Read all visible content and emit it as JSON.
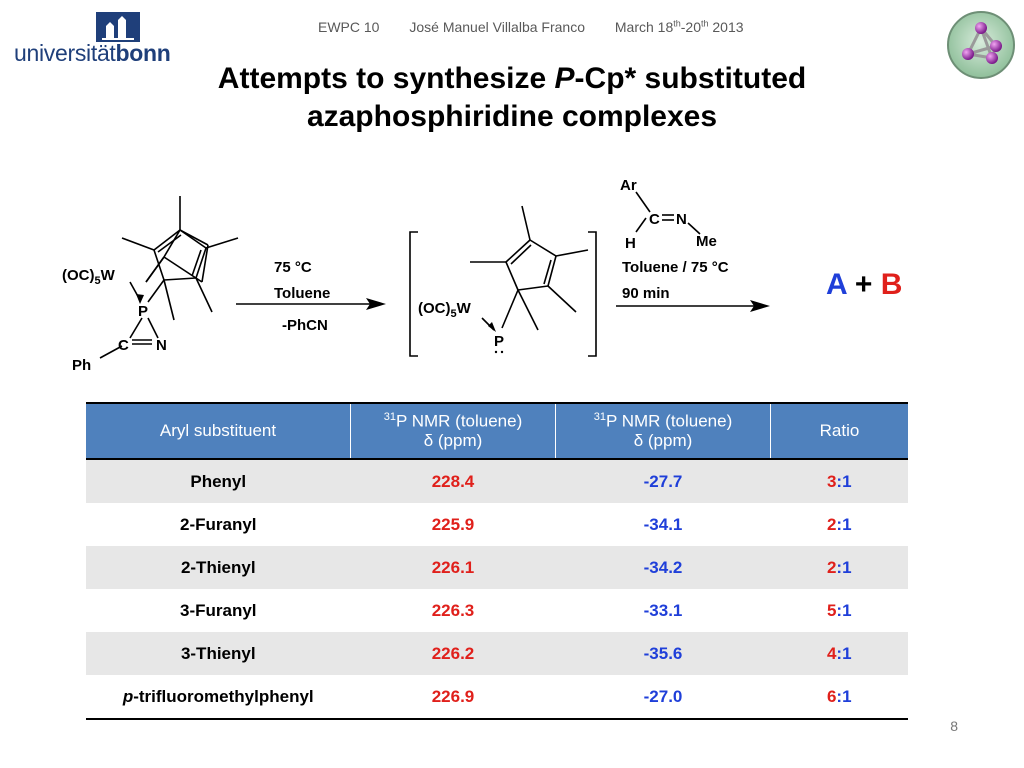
{
  "header": {
    "conference": "EWPC 10",
    "author": "José Manuel Villalba Franco",
    "date_prefix": "March 18",
    "date_sup1": "th",
    "date_mid": "-20",
    "date_sup2": "th",
    "date_year": " 2013"
  },
  "logo": {
    "text_pre": "universität",
    "text_bold": "bonn"
  },
  "title": {
    "line1_pre": "Attempts to synthesize ",
    "line1_italic": "P",
    "line1_post": "-Cp* substituted",
    "line2": "azaphosphiridine complexes"
  },
  "scheme": {
    "w_left": "(OC)",
    "w_sub": "5",
    "w_right": "W",
    "p_label": "P",
    "c_label": "C",
    "n_label": "N",
    "ph_label": "Ph",
    "step1_temp": "75 °C",
    "step1_solvent": "Toluene",
    "step1_loss": "-PhCN",
    "imine_ar": "Ar",
    "imine_c": "C",
    "imine_n": "N",
    "imine_h": "H",
    "imine_me": "Me",
    "step2_cond": "Toluene / 75 °C",
    "step2_time": "90 min",
    "product_a": "A",
    "product_plus": "+",
    "product_b": "B"
  },
  "table": {
    "headers": {
      "aryl": "Aryl substituent",
      "nmr_sup": "31",
      "nmr_text": "P NMR (toluene)",
      "delta": "δ (ppm)",
      "ratio": "Ratio"
    },
    "rows": [
      {
        "aryl_italic": "",
        "aryl": "Phenyl",
        "a": "228.4",
        "b": "-27.7",
        "ra": "3",
        "rb": "1"
      },
      {
        "aryl_italic": "",
        "aryl": "2-Furanyl",
        "a": "225.9",
        "b": "-34.1",
        "ra": "2",
        "rb": "1"
      },
      {
        "aryl_italic": "",
        "aryl": "2-Thienyl",
        "a": "226.1",
        "b": "-34.2",
        "ra": "2",
        "rb": "1"
      },
      {
        "aryl_italic": "",
        "aryl": "3-Furanyl",
        "a": "226.3",
        "b": "-33.1",
        "ra": "5",
        "rb": "1"
      },
      {
        "aryl_italic": "",
        "aryl": "3-Thienyl",
        "a": "226.2",
        "b": "-35.6",
        "ra": "4",
        "rb": "1"
      },
      {
        "aryl_italic": "p",
        "aryl": "-trifluoromethylphenyl",
        "a": "226.9",
        "b": "-27.0",
        "ra": "6",
        "rb": "1"
      }
    ]
  },
  "colors": {
    "red": "#e0201b",
    "blue": "#1f3fd9",
    "header_bg": "#4f81bd"
  },
  "page_number": "8"
}
